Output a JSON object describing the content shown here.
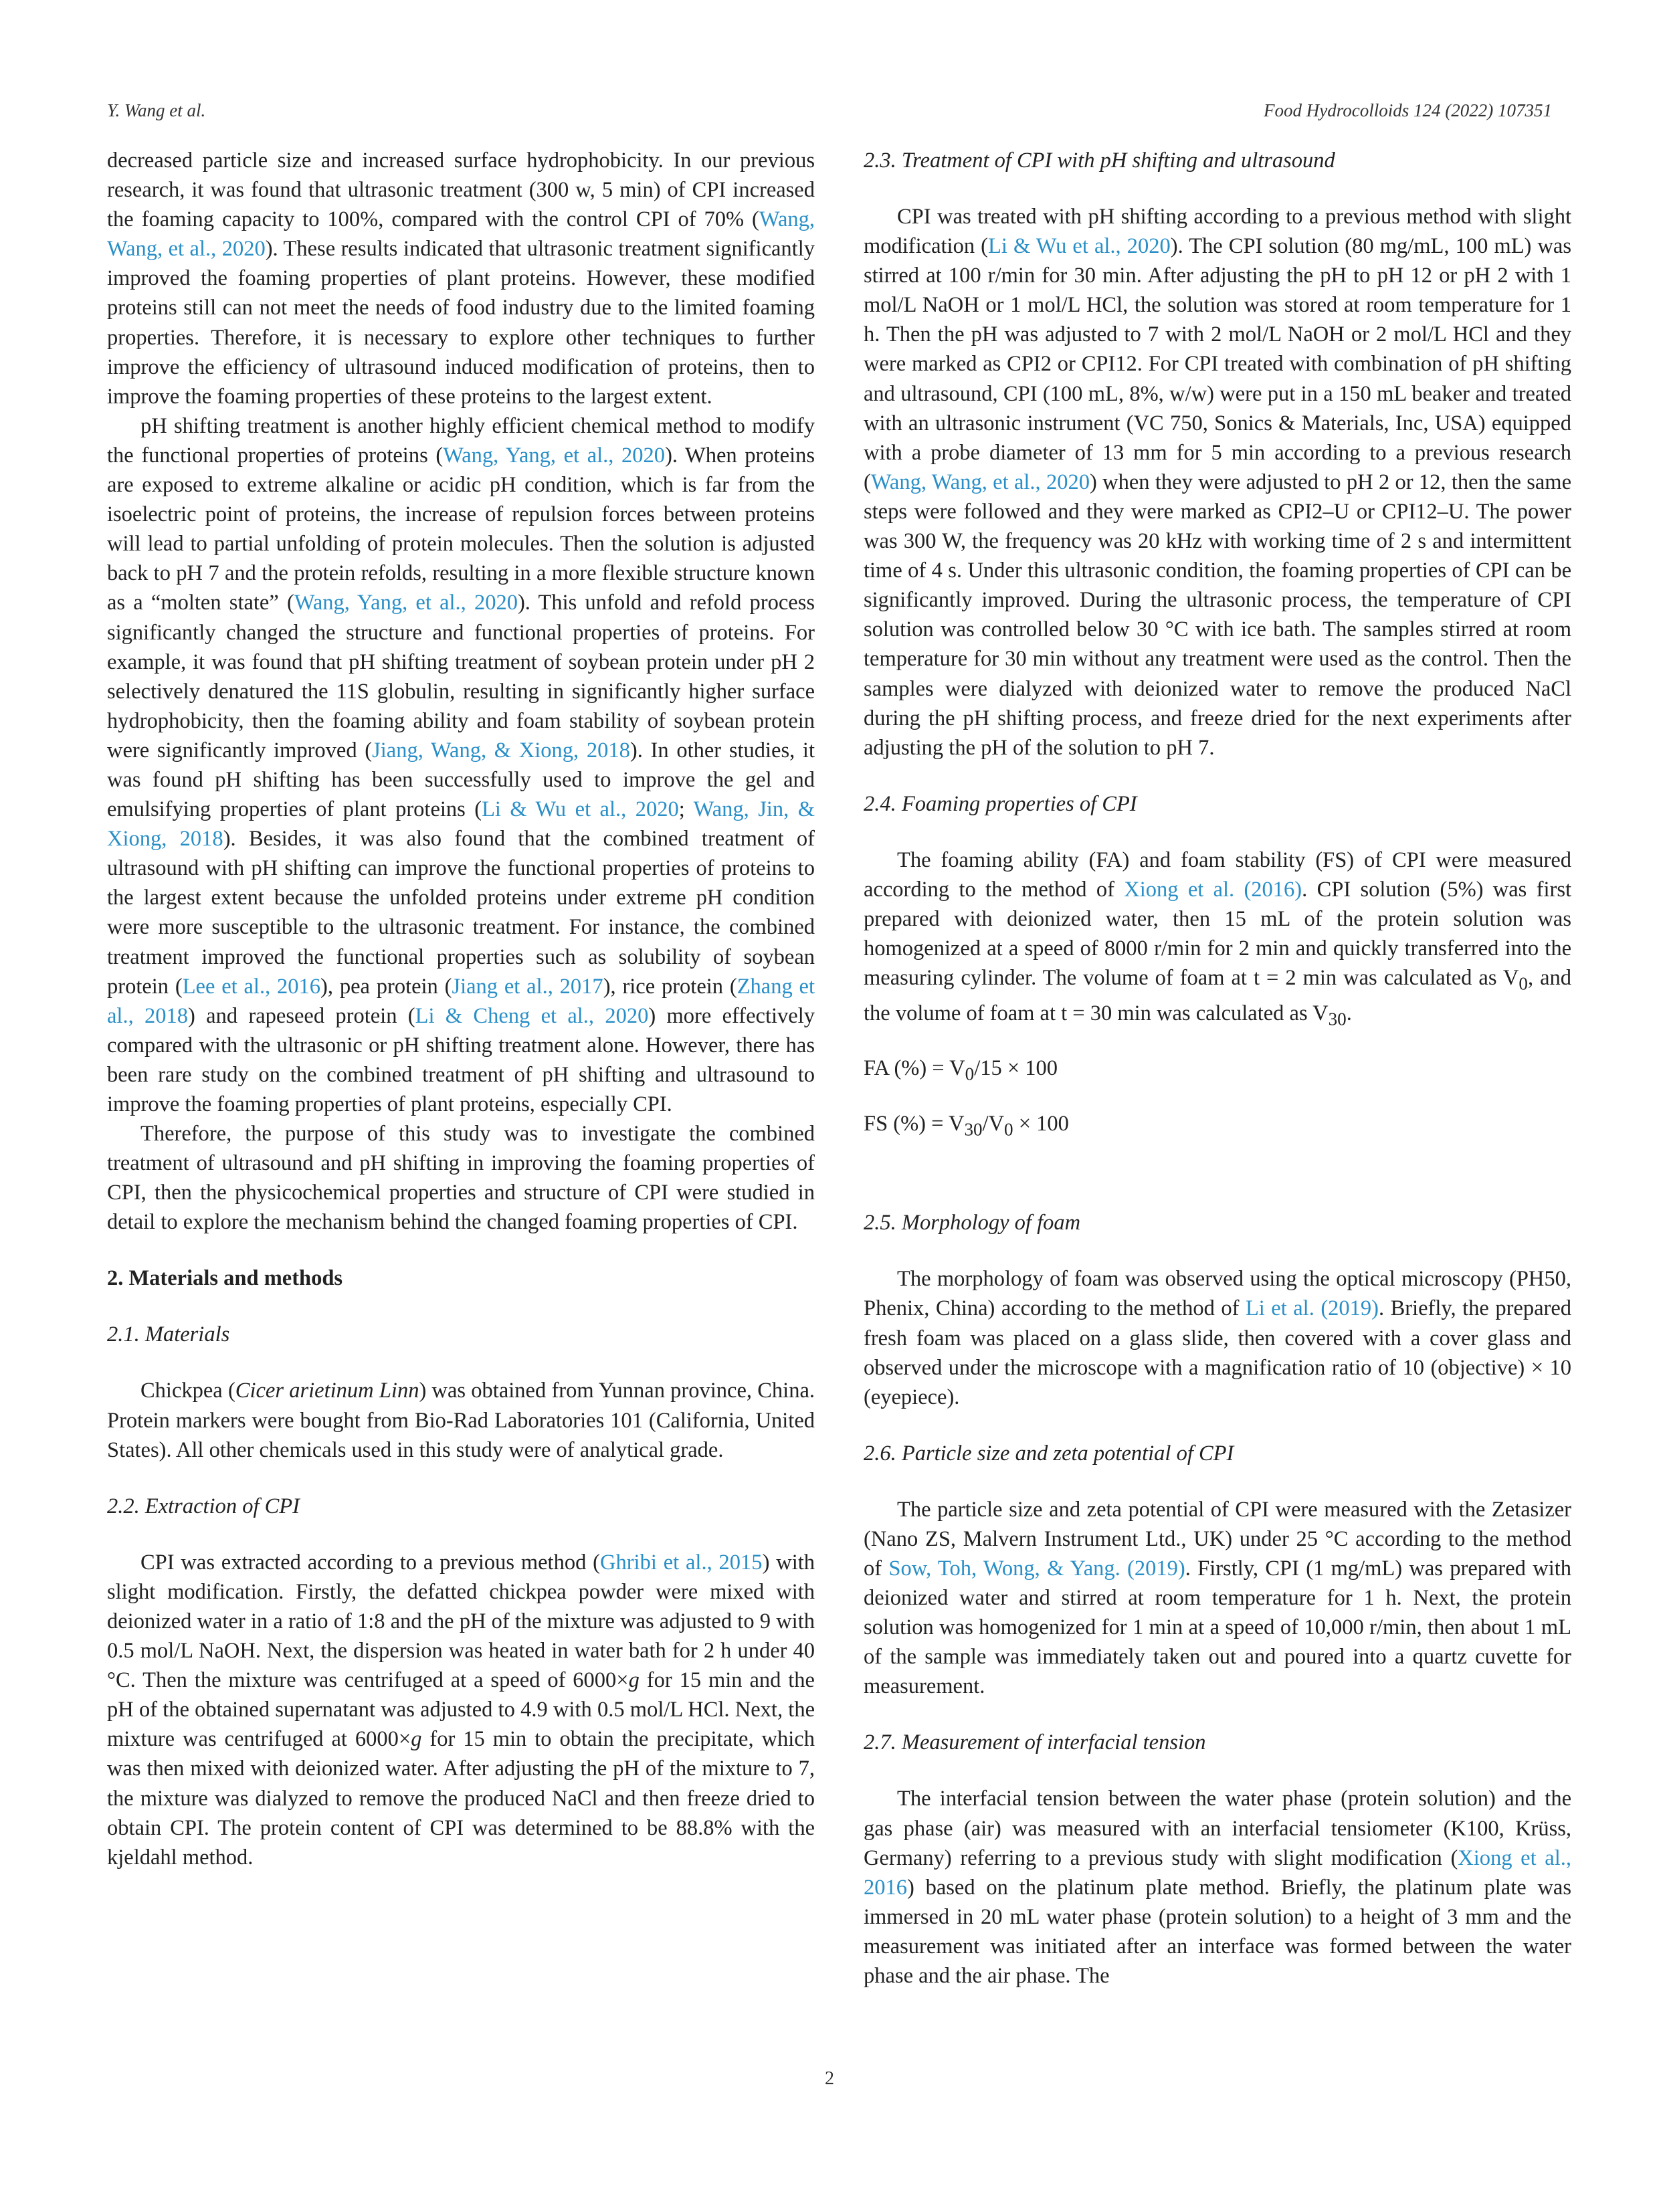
{
  "header": {
    "authors": "Y. Wang et al.",
    "journal": "Food Hydrocolloids 124 (2022) 107351"
  },
  "page_number": "2",
  "left": {
    "p1": {
      "s1": "decreased particle size and increased surface hydrophobicity. In our previous research, it was found that ultrasonic treatment (300 w, 5 min) of CPI increased the foaming capacity to 100%, compared with the control CPI of 70% (",
      "c1": "Wang, Wang, et al., 2020",
      "s2": "). These results indicated that ultrasonic treatment significantly improved the foaming properties of plant proteins. However, these modified proteins still can not meet the needs of food industry due to the limited foaming properties. Therefore, it is necessary to explore other techniques to further improve the efficiency of ultrasound induced modification of proteins, then to improve the foaming properties of these proteins to the largest extent."
    },
    "p2": {
      "s1": "pH shifting treatment is another highly efficient chemical method to modify the functional properties of proteins (",
      "c1": "Wang, Yang, et al., 2020",
      "s2": "). When proteins are exposed to extreme alkaline or acidic pH condition, which is far from the isoelectric point of proteins, the increase of repulsion forces between proteins will lead to partial unfolding of protein molecules. Then the solution is adjusted back to pH 7 and the protein refolds, resulting in a more flexible structure known as a “molten state” (",
      "c2": "Wang, Yang, et al., 2020",
      "s3": "). This unfold and refold process significantly changed the structure and functional properties of proteins. For example, it was found that pH shifting treatment of soybean protein under pH 2 selectively denatured the 11S globulin, resulting in significantly higher surface hydrophobicity, then the foaming ability and foam stability of soybean protein were significantly improved (",
      "c3": "Jiang, Wang, & Xiong, 2018",
      "s4": "). In other studies, it was found pH shifting has been successfully used to improve the gel and emulsifying properties of plant proteins (",
      "c4": "Li & Wu et al., 2020",
      "s5": "; ",
      "c5": "Wang, Jin, & Xiong, 2018",
      "s6": "). Besides, it was also found that the combined treatment of ultrasound with pH shifting can improve the functional properties of proteins to the largest extent because the unfolded proteins under extreme pH condition were more susceptible to the ultrasonic treatment. For instance, the combined treatment improved the functional properties such as solubility of soybean protein (",
      "c6": "Lee et al., 2016",
      "s7": "), pea protein (",
      "c7": "Jiang et al., 2017",
      "s8": "), rice protein (",
      "c8": "Zhang et al., 2018",
      "s9": ") and rapeseed protein (",
      "c9": "Li & Cheng et al., 2020",
      "s10": ") more effectively compared with the ultrasonic or pH shifting treatment alone. However, there has been rare study on the combined treatment of pH shifting and ultrasound to improve the foaming properties of plant proteins, especially CPI."
    },
    "p3": "Therefore, the purpose of this study was to investigate the combined treatment of ultrasound and pH shifting in improving the foaming properties of CPI, then the physicochemical properties and structure of CPI were studied in detail to explore the mechanism behind the changed foaming properties of CPI.",
    "section2": "2.  Materials and methods",
    "sub21": "2.1.  Materials",
    "p21": {
      "s1": "Chickpea (",
      "species": "Cicer arietinum Linn",
      "s2": ") was obtained from Yunnan province, China. Protein markers were bought from Bio-Rad Laboratories 101 (California, United States). All other chemicals used in this study were of analytical grade."
    },
    "sub22": "2.2.  Extraction of CPI",
    "p22": {
      "s1": "CPI was extracted according to a previous method (",
      "c1": "Ghribi et al., 2015",
      "s2": ") with slight modification. Firstly, the defatted chickpea powder were mixed with deionized water in a ratio of 1:8 and the pH of the mixture was adjusted to 9 with 0.5 mol/L NaOH. Next, the dispersion was heated in water bath for 2 h under 40 °C. Then the mixture was centrifuged at a speed of 6000×",
      "g1": "g",
      "s3": " for 15 min and the pH of the obtained supernatant was adjusted to 4.9 with 0.5 mol/L HCl. Next, the mixture was centrifuged at 6000×",
      "g2": "g",
      "s4": " for 15 min to obtain the precipitate, which was then mixed with deionized water. After adjusting the pH of the mixture to 7, the mixture was dialyzed to remove the produced NaCl and then freeze dried to obtain CPI. The protein content of CPI was determined to be 88.8% with the kjeldahl method."
    }
  },
  "right": {
    "sub23": "2.3.  Treatment of CPI with pH shifting and ultrasound",
    "p23": {
      "s1": "CPI was treated with pH shifting according to a previous method with slight modification (",
      "c1": "Li & Wu et al., 2020",
      "s2": "). The CPI solution (80 mg/mL, 100 mL) was stirred at 100 r/min for 30 min. After adjusting the pH to pH 12 or pH 2 with 1 mol/L NaOH or 1 mol/L HCl, the solution was stored at room temperature for 1 h. Then the pH was adjusted to 7 with 2 mol/L NaOH or 2 mol/L HCl and they were marked as CPI2 or CPI12. For CPI treated with combination of pH shifting and ultrasound, CPI (100 mL, 8%, w/w) were put in a 150 mL beaker and treated with an ultrasonic instrument (VC 750, Sonics & Materials, Inc, USA) equipped with a probe diameter of 13 mm for 5 min according to a previous research (",
      "c2": "Wang, Wang, et al., 2020",
      "s3": ") when they were adjusted to pH 2 or 12, then the same steps were followed and they were marked as CPI2–U or CPI12–U. The power was 300 W, the frequency was 20 kHz with working time of 2 s and intermittent time of 4 s. Under this ultrasonic condition, the foaming properties of CPI can be significantly improved. During the ultrasonic process, the temperature of CPI solution was controlled below 30 °C with ice bath. The samples stirred at room temperature for 30 min without any treatment were used as the control. Then the samples were dialyzed with deionized water to remove the produced NaCl during the pH shifting process, and freeze dried for the next experiments after adjusting the pH of the solution to pH 7."
    },
    "sub24": "2.4.  Foaming properties of CPI",
    "p24": {
      "s1": "The foaming ability (FA) and foam stability (FS) of CPI were measured according to the method of ",
      "c1": "Xiong et al. (2016)",
      "s2": ". CPI solution (5%) was first prepared with deionized water, then 15 mL of the protein solution was homogenized at a speed of 8000 r/min for 2 min and quickly transferred into the measuring cylinder. The volume of foam at t = 2 min was calculated as V",
      "sub1": "0",
      "s3": ", and the volume of foam at t = 30 min was calculated as V",
      "sub2": "30",
      "s4": "."
    },
    "eq1": {
      "a": "FA (%) = V",
      "sub": "0",
      "b": "/15 × 100"
    },
    "eq2": {
      "a": "FS (%) = V",
      "sub1": "30",
      "b": "/V",
      "sub2": "0",
      "c": " × 100"
    },
    "sub25": "2.5.  Morphology of foam",
    "p25": {
      "s1": "The morphology of foam was observed using the optical microscopy (PH50, Phenix, China) according to the method of ",
      "c1": "Li et al. (2019)",
      "s2": ". Briefly, the prepared fresh foam was placed on a glass slide, then covered with a cover glass and observed under the microscope with a magnification ratio of 10 (objective) × 10 (eyepiece)."
    },
    "sub26": "2.6.  Particle size and zeta potential of CPI",
    "p26": {
      "s1": "The particle size and zeta potential of CPI were measured with the Zetasizer (Nano ZS, Malvern Instrument Ltd., UK) under 25 °C according to the method of ",
      "c1": "Sow, Toh, Wong, & Yang. (2019)",
      "s2": ". Firstly, CPI (1 mg/mL) was prepared with deionized water and stirred at room temperature for 1 h. Next, the protein solution was homogenized for 1 min at a speed of 10,000 r/min, then about 1 mL of the sample was immediately taken out and poured into a quartz cuvette for measurement."
    },
    "sub27": "2.7.  Measurement of interfacial tension",
    "p27": {
      "s1": "The interfacial tension between the water phase (protein solution) and the gas phase (air) was measured with an interfacial tensiometer (K100, Krüss, Germany) referring to a previous study with slight modification (",
      "c1": "Xiong et al., 2016",
      "s2": ") based on the platinum plate method. Briefly, the platinum plate was immersed in 20 mL water phase (protein solution) to a height of 3 mm and the measurement was initiated after an interface was formed between the water phase and the air phase. The"
    }
  }
}
